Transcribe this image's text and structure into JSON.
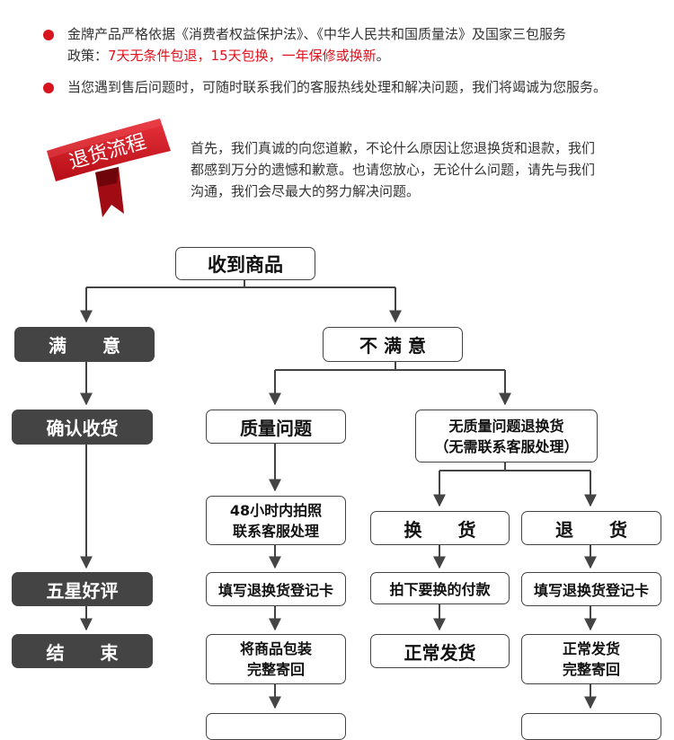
{
  "notes": [
    {
      "line1": "金牌产品严格依据《消费者权益保护法》、《中华人民共和国质量法》及国家三包服务",
      "line2_prefix": "政策：",
      "line2_highlight": "7天无条件包退，15天包换，一年保修或换新",
      "line2_suffix": "。"
    },
    {
      "line1": "当您遇到售后问题时，可随时联系我们的客服热线处理和解决问题，我们将竭诚为您服务。"
    }
  ],
  "badge": {
    "label": "退货流程"
  },
  "intro": {
    "lines": [
      "首先，我们真诚的向您道歉，不论什么原因让您退换货和退款，我们",
      "都感到万分的遗憾和歉意。也请您放心，无论什么问题，请先与我们",
      "沟通，我们会尽最大的努力解决问题。"
    ]
  },
  "flow": {
    "received": "收到商品",
    "satisfied": "满　　意",
    "unsatisfied": "不 满 意",
    "confirm": "确认收货",
    "five_star": "五星好评",
    "end": "结　　束",
    "quality": "质量问题",
    "quality_step1": "48小时内拍照\n联系客服处理",
    "quality_step2": "填写退换货登记卡",
    "quality_step3": "将商品包装\n完整寄回",
    "no_quality": "无质量问题退换货\n（无需联系客服处理）",
    "exchange": "换　　货",
    "exchange_step1": "拍下要换的付款",
    "exchange_step2": "正常发货",
    "return": "退　　货",
    "return_step1": "填写退换货登记卡",
    "return_step2": "正常发货\n完整寄回"
  },
  "colors": {
    "accent_red": "#d7141e",
    "dark_box": "#444444"
  }
}
